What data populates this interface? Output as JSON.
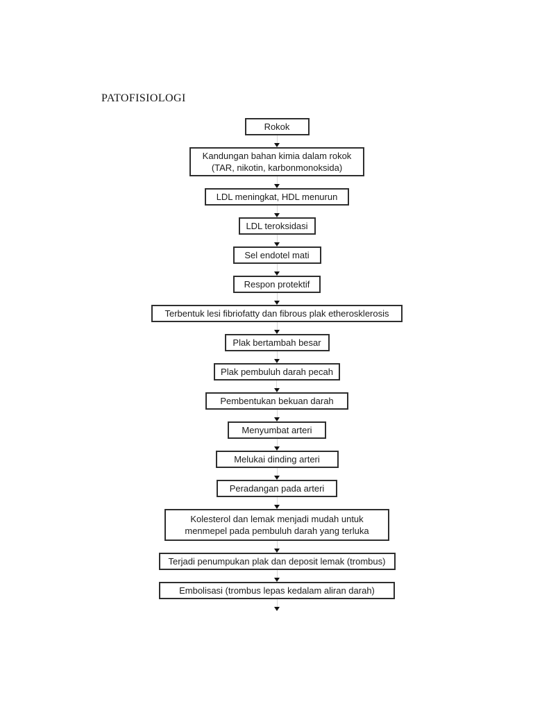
{
  "page": {
    "title": "PATOFISIOLOGI",
    "background": "#ffffff"
  },
  "flowchart": {
    "direction": "top-down",
    "colors": {
      "box_border": "#2e2e2e",
      "box_fill": "#ffffff",
      "text": "#1b1b1b",
      "arrowhead": "#111111",
      "connector_line": "#d8d8d8"
    },
    "nodes": [
      {
        "id": "rokok",
        "lines": [
          "Rokok"
        ]
      },
      {
        "id": "kandungan-kimia",
        "lines": [
          "Kandungan bahan kimia dalam rokok",
          "(TAR, nikotin, karbonmonoksida)"
        ]
      },
      {
        "id": "ldl-hdl",
        "lines": [
          "LDL meningkat, HDL menurun"
        ]
      },
      {
        "id": "ldl-teroksidasi",
        "lines": [
          "LDL teroksidasi"
        ]
      },
      {
        "id": "sel-endotel",
        "lines": [
          "Sel endotel mati"
        ]
      },
      {
        "id": "respon-protektif",
        "lines": [
          "Respon protektif"
        ]
      },
      {
        "id": "lesi-fibriofatty",
        "lines": [
          "Terbentuk lesi fibriofatty dan fibrous plak etherosklerosis"
        ]
      },
      {
        "id": "plak-bertambah",
        "lines": [
          "Plak bertambah besar"
        ]
      },
      {
        "id": "plak-pecah",
        "lines": [
          "Plak pembuluh darah pecah"
        ]
      },
      {
        "id": "bekuan-darah",
        "lines": [
          "Pembentukan bekuan darah"
        ]
      },
      {
        "id": "menyumbat-arteri",
        "lines": [
          "Menyumbat arteri"
        ]
      },
      {
        "id": "melukai-dinding",
        "lines": [
          "Melukai dinding arteri"
        ]
      },
      {
        "id": "peradangan-arteri",
        "lines": [
          "Peradangan pada arteri"
        ]
      },
      {
        "id": "kolesterol-menempel",
        "lines": [
          "Kolesterol dan lemak menjadi mudah untuk",
          "menmepel pada pembuluh darah yang terluka"
        ]
      },
      {
        "id": "trombus",
        "lines": [
          "Terjadi penumpukan plak dan deposit lemak (trombus)"
        ]
      },
      {
        "id": "embolisasi",
        "lines": [
          "Embolisasi (trombus lepas kedalam aliran darah)"
        ]
      }
    ]
  }
}
